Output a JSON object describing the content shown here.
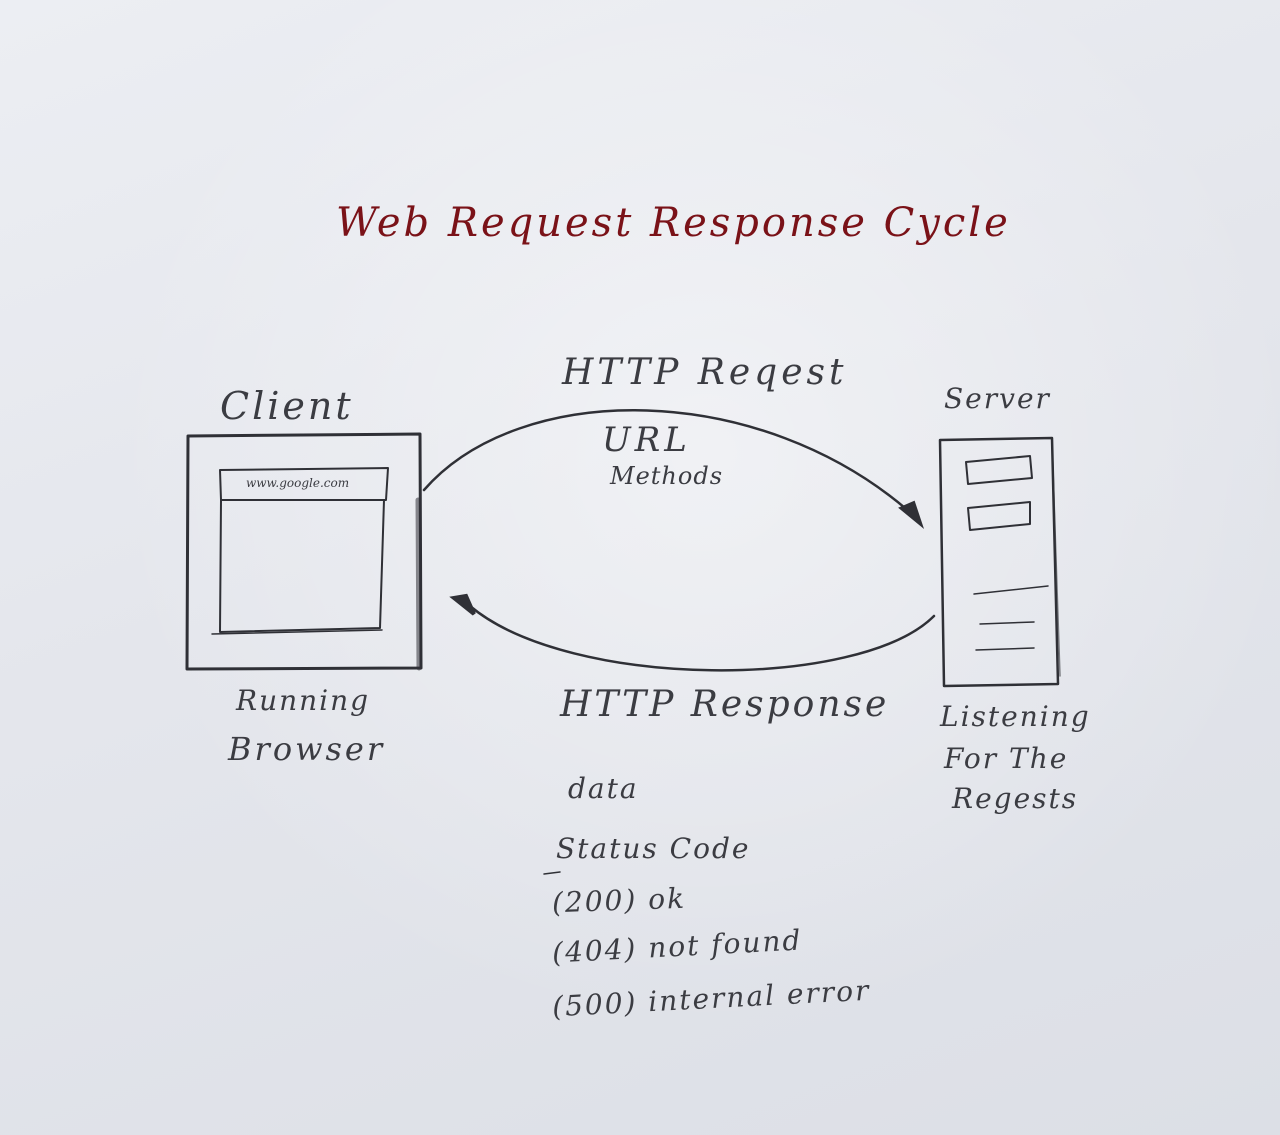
{
  "title": "Web Request Response Cycle",
  "client": {
    "label": "Client",
    "url_text": "www.google.com",
    "caption_line1": "Running",
    "caption_line2": "Browser"
  },
  "server": {
    "label": "Server",
    "caption_line1": "Listening",
    "caption_line2": "For The",
    "caption_line3": "Regests"
  },
  "request": {
    "label": "HTTP Reqest",
    "item1": "URL",
    "item2": "Methods"
  },
  "response": {
    "label": "HTTP Response",
    "item1": "data",
    "item2": "Status Code",
    "codes": [
      "(200) ok",
      "(404) not found",
      "(500) internal error"
    ]
  },
  "colors": {
    "title": "#7a1218",
    "pencil": "#3b3c42",
    "paper": "#e6e8ee"
  }
}
